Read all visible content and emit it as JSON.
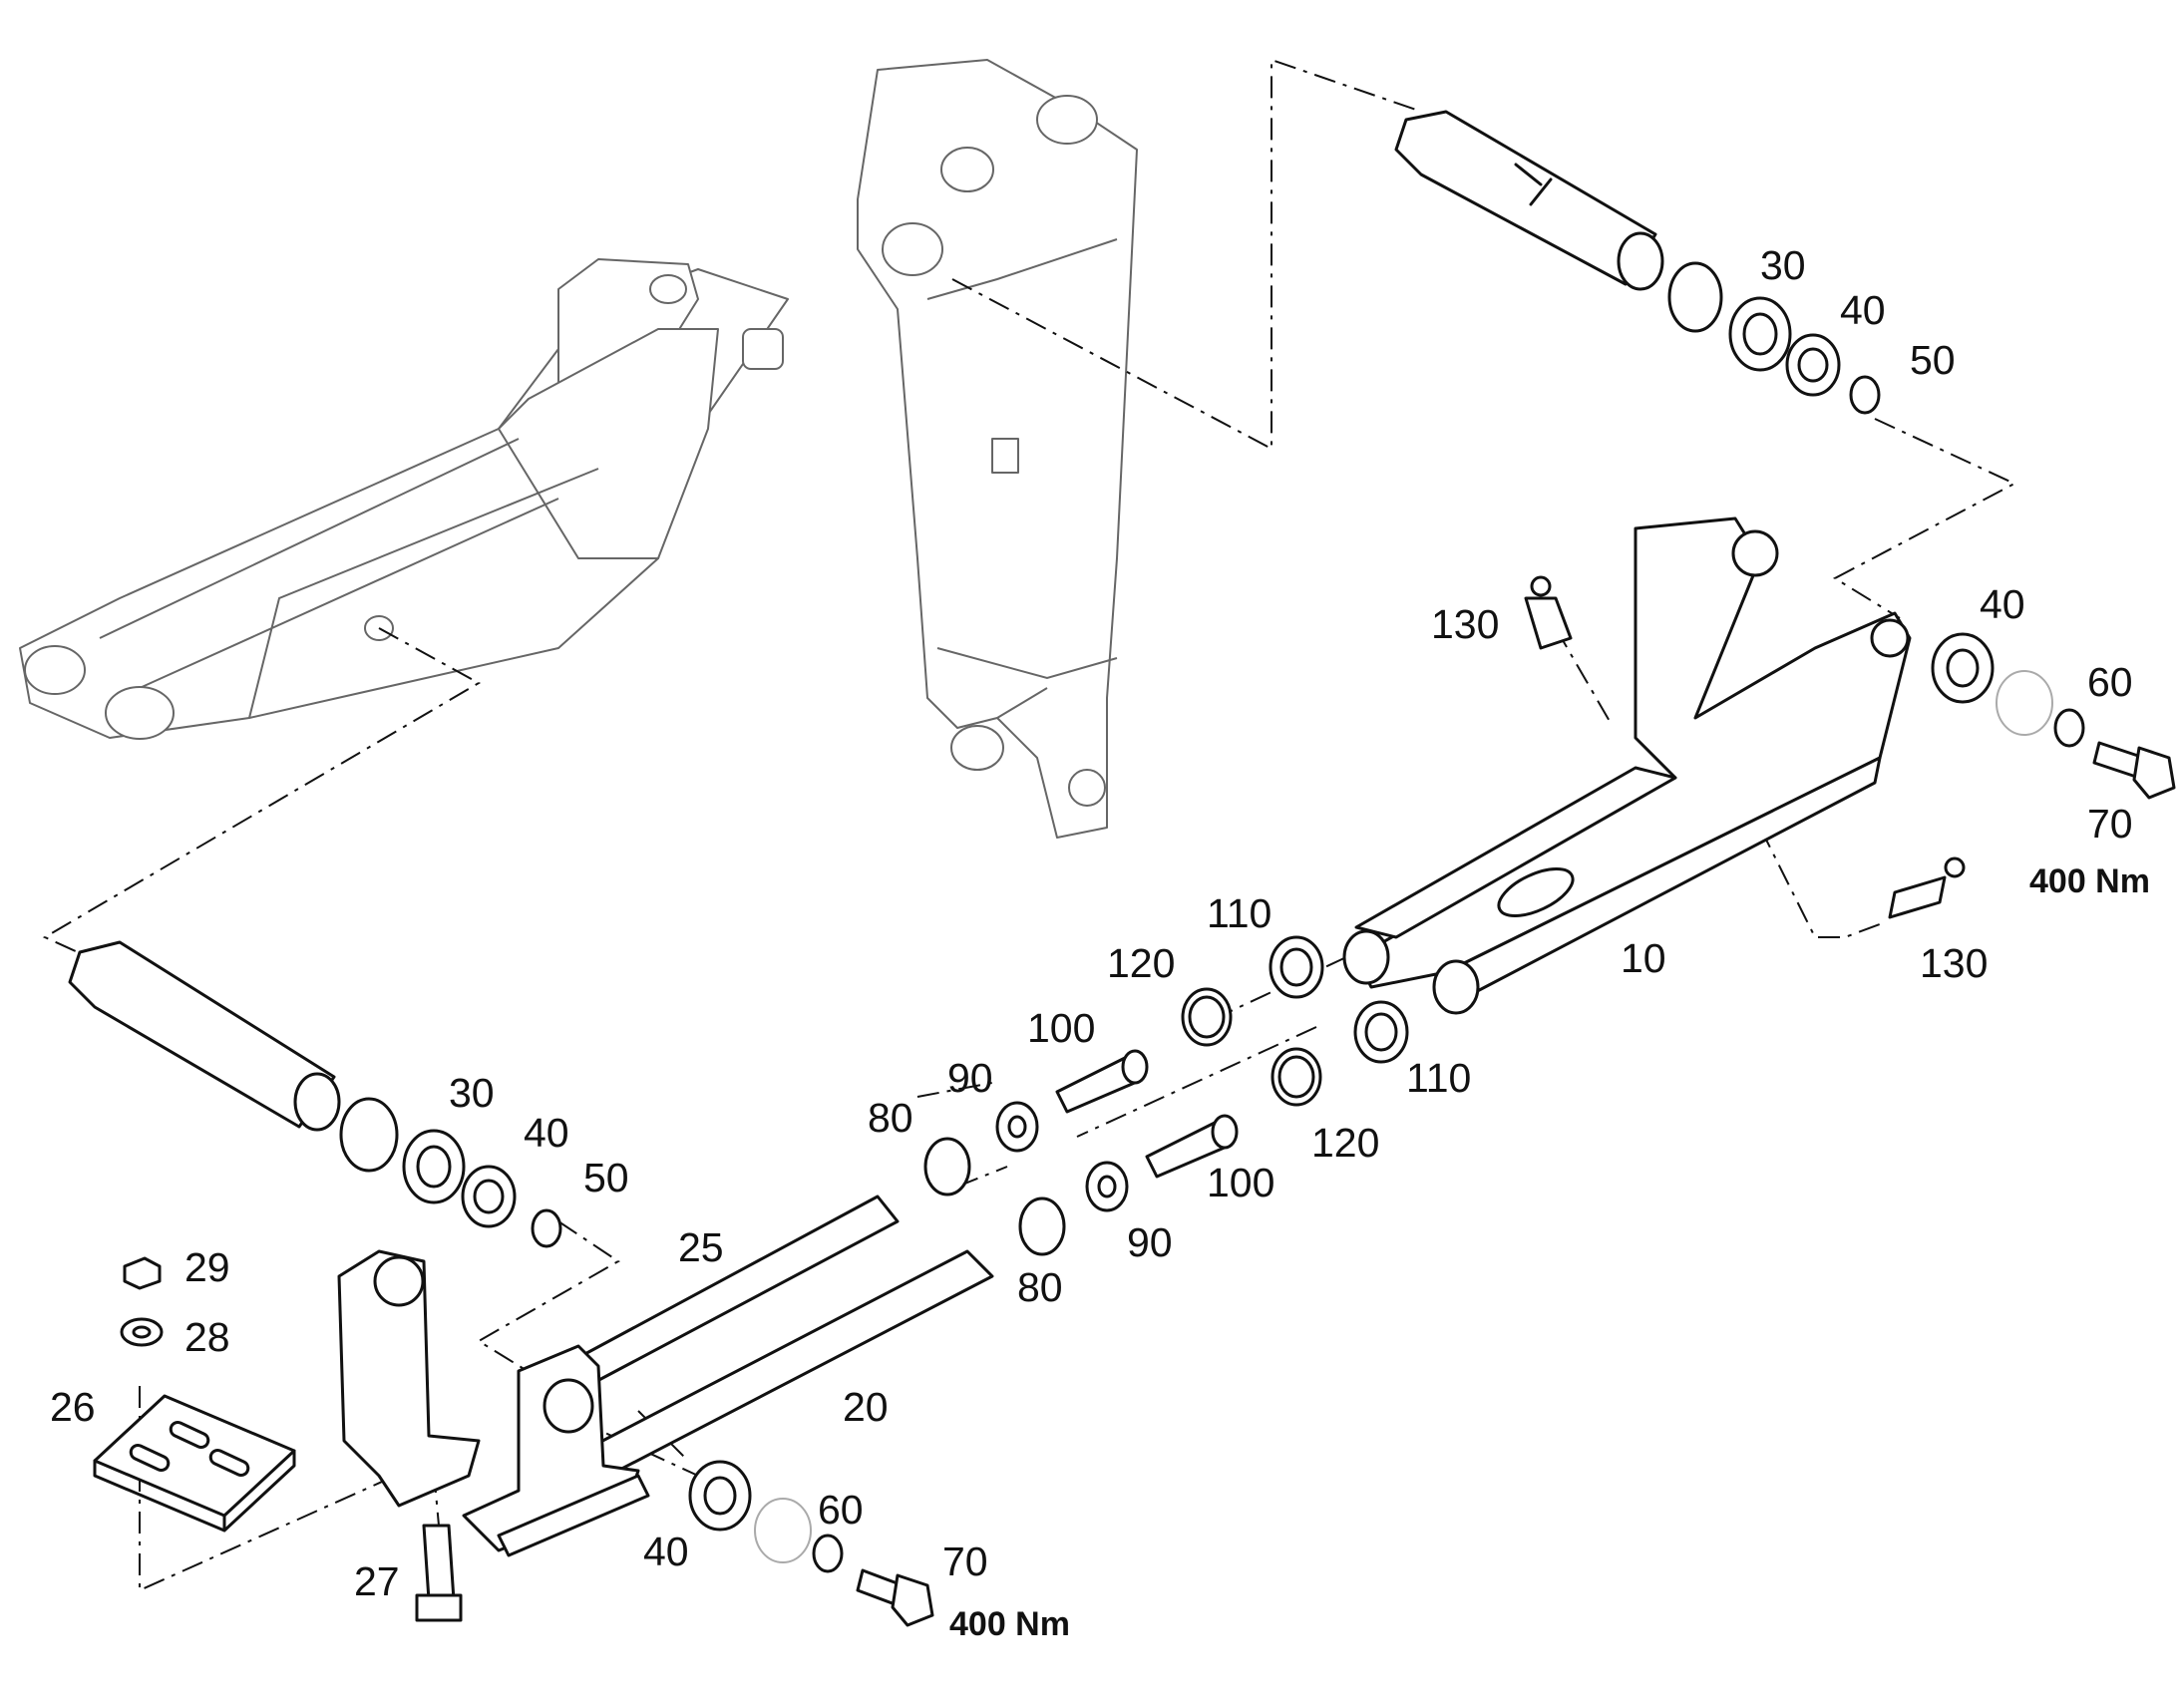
{
  "labels": {
    "l10": "10",
    "l20": "20",
    "l25": "25",
    "l26": "26",
    "l27": "27",
    "l28": "28",
    "l29": "29",
    "l30_top": "30",
    "l40_top": "40",
    "l50_top": "50",
    "l30_bot": "30",
    "l40_bot": "40",
    "l50_bot": "50",
    "l40_right": "40",
    "l60_right": "60",
    "l70_right": "70",
    "l40_low": "40",
    "l60_low": "60",
    "l70_low": "70",
    "l80_a": "80",
    "l90_a": "90",
    "l100_a": "100",
    "l120_a": "120",
    "l110_a": "110",
    "l80_b": "80",
    "l90_b": "90",
    "l100_b": "100",
    "l120_b": "120",
    "l110_b": "110",
    "l130_a": "130",
    "l130_b": "130"
  },
  "torque": {
    "right": "400 Nm",
    "low": "400 Nm"
  }
}
